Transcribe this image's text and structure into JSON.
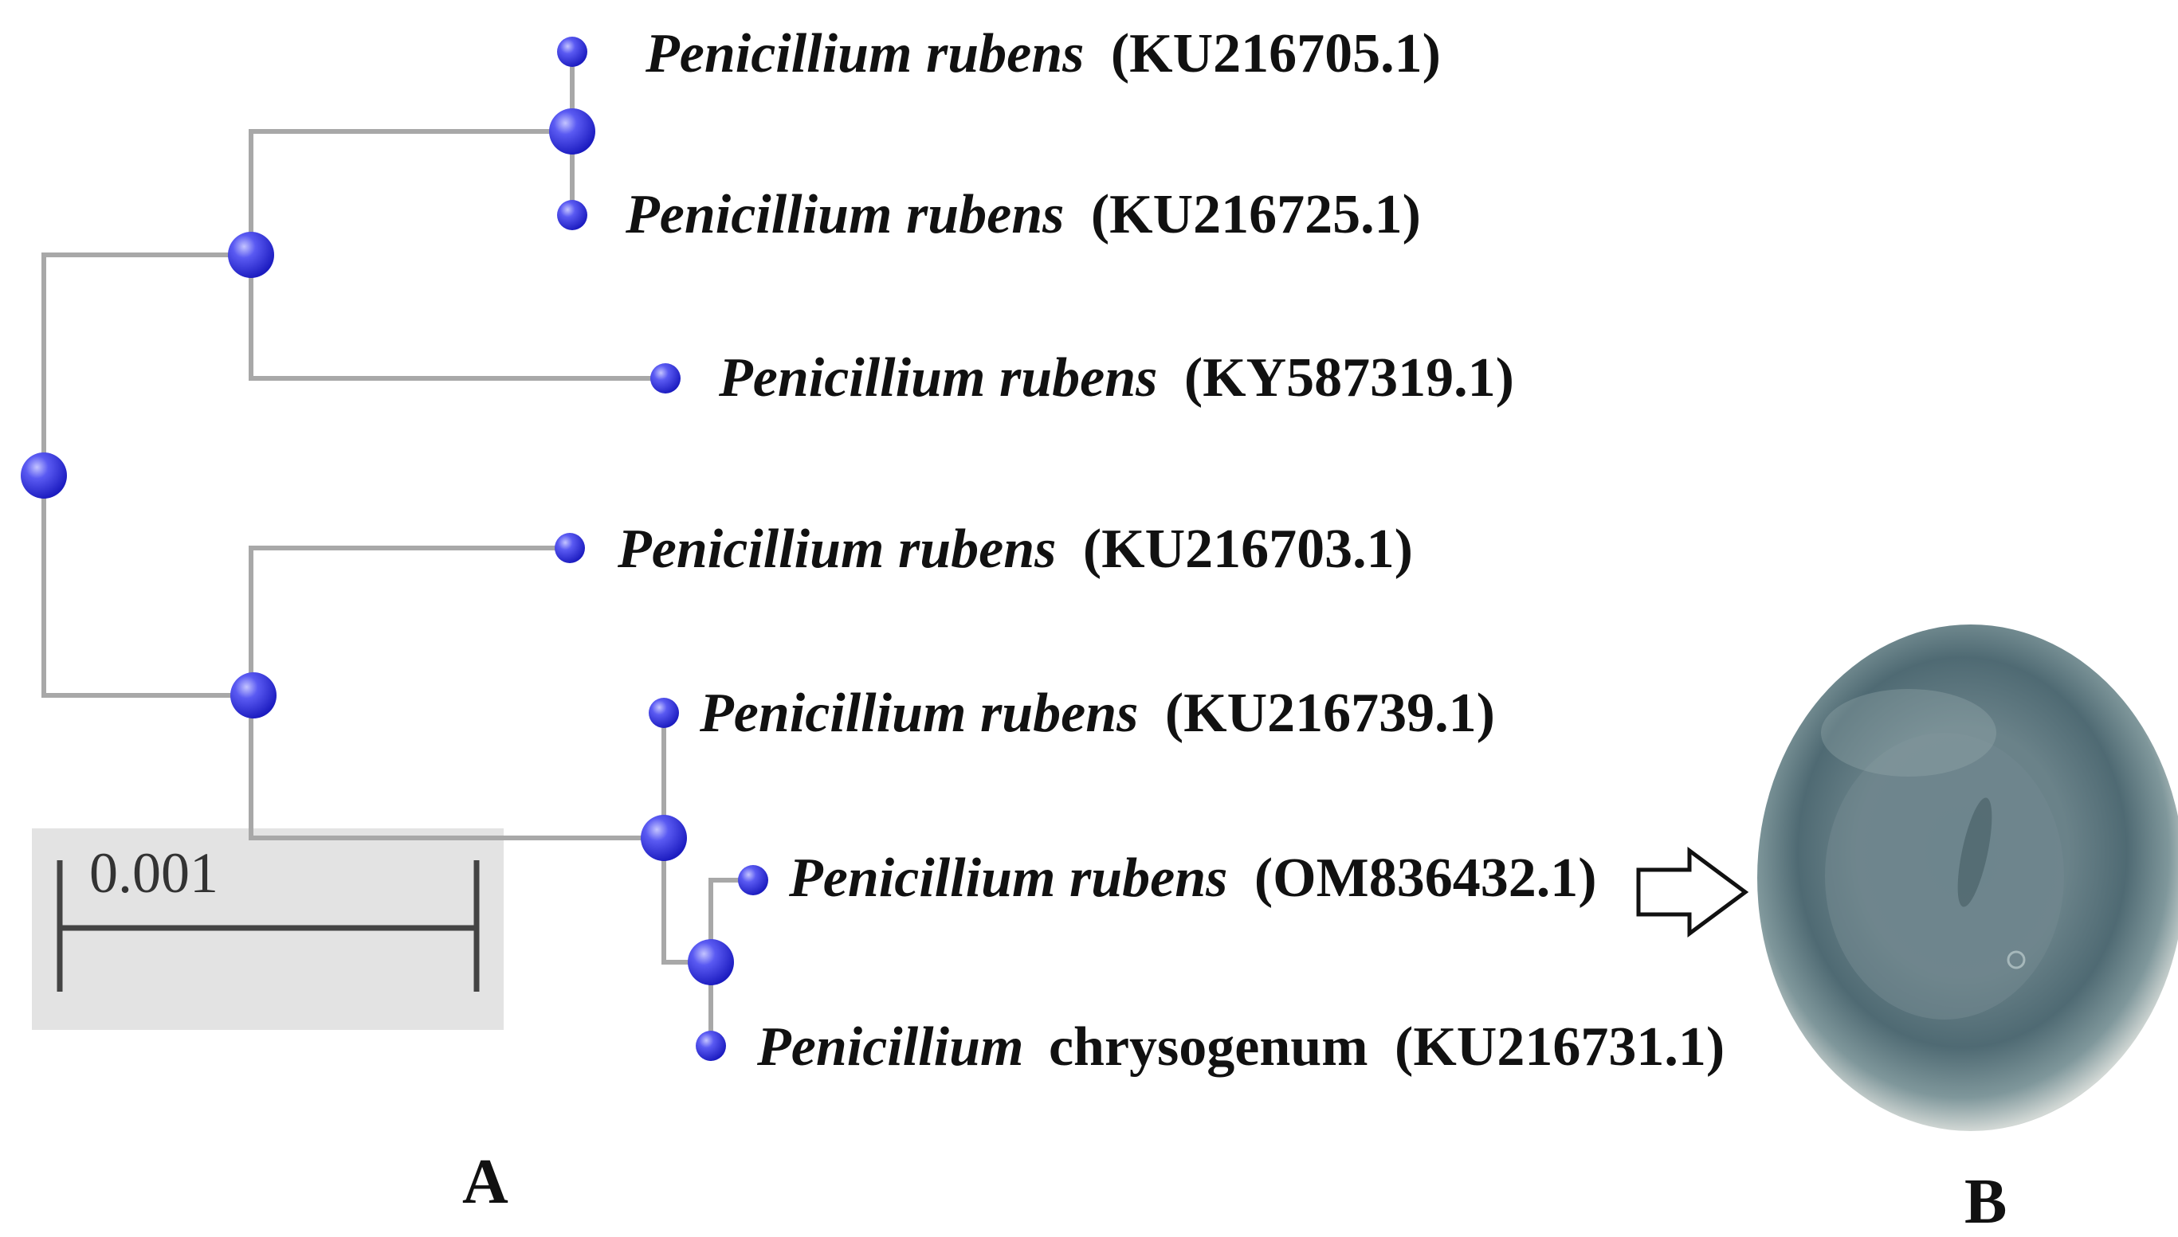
{
  "figure": {
    "panel_a_label": "A",
    "panel_b_label": "B"
  },
  "tree": {
    "scale_label": "0.001",
    "leaves": [
      {
        "genus_species": "Penicillium rubens",
        "accession": "(KU216705.1)"
      },
      {
        "genus_species": "Penicillium rubens",
        "accession": "(KU216725.1)"
      },
      {
        "genus_species": "Penicillium rubens",
        "accession": "(KY587319.1)"
      },
      {
        "genus_species": "Penicillium rubens",
        "accession": "(KU216703.1)"
      },
      {
        "genus_species": "Penicillium rubens",
        "accession": "(KU216739.1)"
      },
      {
        "genus_species": "Penicillium rubens",
        "accession": "(OM836432.1)"
      },
      {
        "genus": "Penicillium",
        "species_epithet": "chrysogenum",
        "accession": "(KU216731.1)"
      }
    ]
  },
  "colors": {
    "branch": "#a8a8a8",
    "node": "#3a3ae8",
    "node_highlight": "#b8b8ff",
    "scale_box": "#e3e3e3",
    "scale_bar": "#444444",
    "colony_edge": "#d8dcd8",
    "colony_mid": "#7d9499",
    "colony_core": "#5f777e"
  }
}
